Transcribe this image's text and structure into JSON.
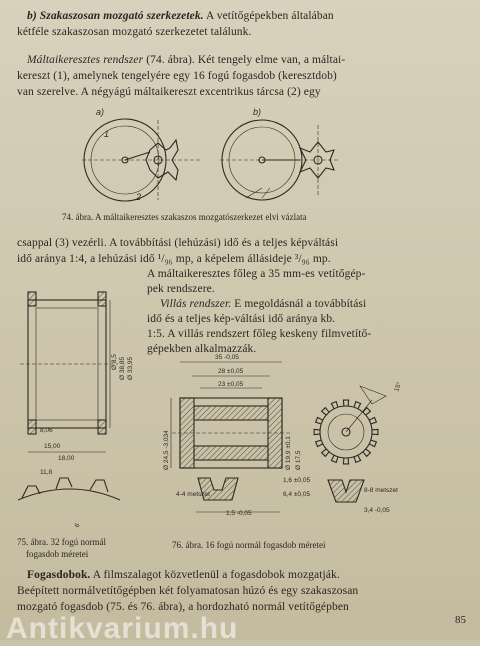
{
  "page_number": "85",
  "watermark": "Antikvarium.hu",
  "section_b": {
    "heading": "b) Szakaszosan mozgató szerkezetek.",
    "line1_rest": " A vetítőgépekben általában",
    "line2": "kétféle szakaszosan mozgató szerkezetet találunk."
  },
  "maltese": {
    "title": "Máltaikeresztes rendszer",
    "line1_rest": " (74. ábra). Két tengely elme van, a máltai-",
    "line2": "kereszt (1), amelynek tengelyére egy 16 fogú fogasdob (keresztdob)",
    "line3": "van szerelve. A négyágú máltaikereszt excentrikus tárcsa (2) egy"
  },
  "fig74": {
    "label_a": "a)",
    "label_b": "b)",
    "part1": "1",
    "part2": "2",
    "caption": "74. ábra. A máltaikeresztes szakaszos mozgatószerkezet elvi vázlata"
  },
  "para2": {
    "line1": "csappal (3) vezérli. A továbbítási (lehúzási) idő és a teljes képváltási",
    "line2": "idő aránya 1:4, a lehúzási idő ¹/₉₆ mp, a képelem állásideje ³/₉₆ mp.",
    "line3": "A máltaikeresztes főleg a 35 mm-es vetítőgép-",
    "line4": "pek rendszere."
  },
  "villas": {
    "title": "Villás rendszer.",
    "line1_rest": " E megoldásnál a továbbítási",
    "line2": "idő és a teljes kép-váltási idő aránya kb.",
    "line3": "1:5. A villás rendszert főleg keskeny filmvetítő-",
    "line4": "gépekben alkalmazzák."
  },
  "fig75": {
    "caption1": "75. ábra. 32 fogú normál",
    "caption2": "fogasdob méretei",
    "dims": [
      "Ø 8,5",
      "Ø 38,85",
      "Ø 33,95",
      "8,06",
      "15,00",
      "18,00",
      "11,8",
      "6"
    ]
  },
  "fig76": {
    "caption": "76. ábra. 16 fogú normál fogasdob méretei",
    "dims": [
      "35 -0,05",
      "28 ±0,05",
      "23 ±0,05",
      "Ø 24,5 -3,034",
      "Ø 19,9 ±0,1",
      "Ø 17,5",
      "1,6 ±0,05",
      "6,4 ±0,05",
      "4-4 metszet",
      "8-8 metszet",
      "3,4 -0,05",
      "1,5 -0,05",
      "15°"
    ]
  },
  "fogasdobok": {
    "title": "Fogasdobok.",
    "line1_rest": " A filmszalagot közvetlenül a fogasdobok mozgatják.",
    "line2": "Beépített normálvetítőgépben két folyamatosan húzó és egy szakaszosan",
    "line3": "mozgató fogasdob (75. és 76. ábra), a hordozható normál vetítőgépben"
  }
}
